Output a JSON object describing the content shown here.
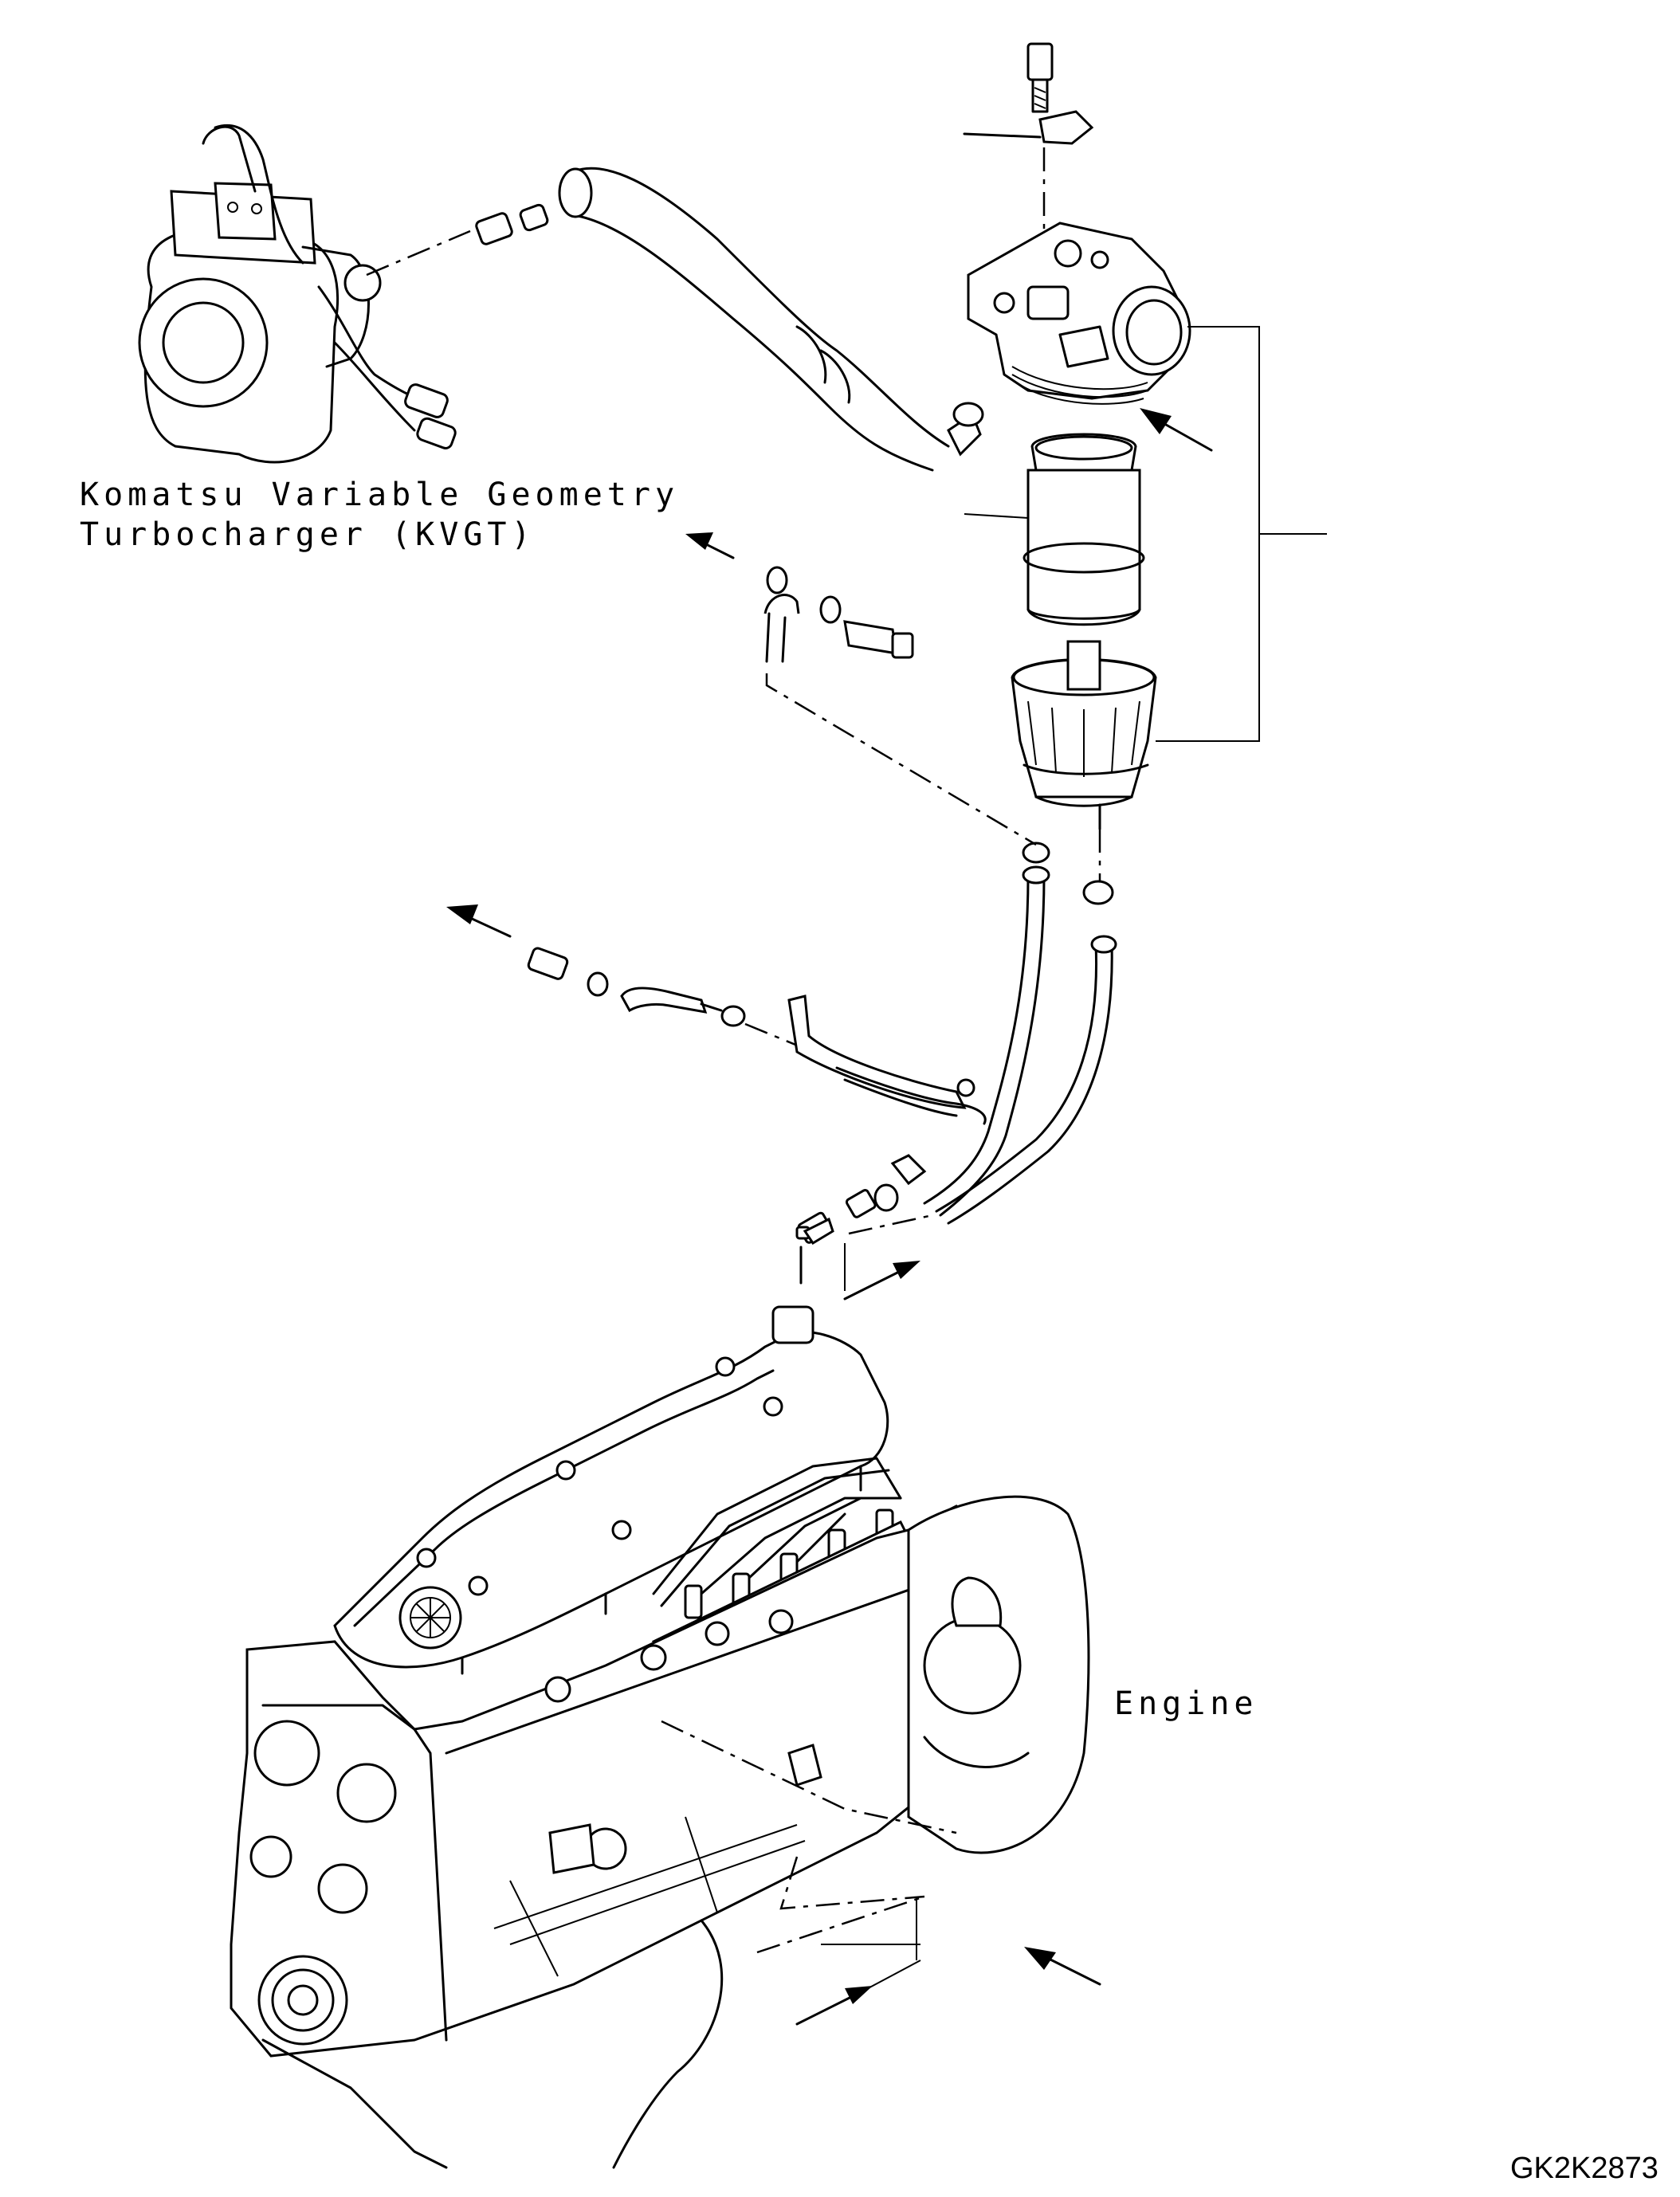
{
  "labels": {
    "kvgt_line1": "Komatsu Variable Geometry",
    "kvgt_line2": "Turbocharger (KVGT)",
    "engine": "Engine",
    "drawing_code": "GK2K2873"
  },
  "colors": {
    "ink": "#000000",
    "paper": "#ffffff"
  }
}
